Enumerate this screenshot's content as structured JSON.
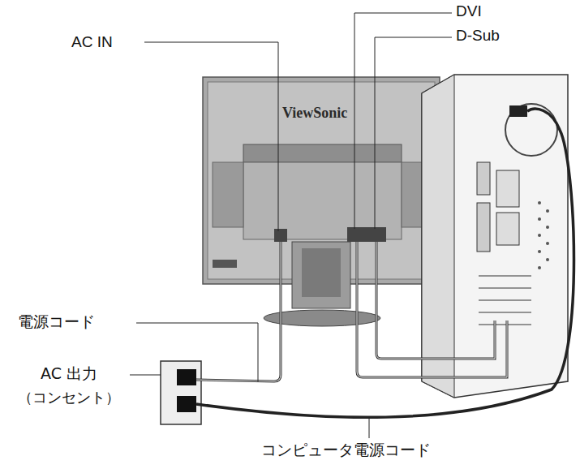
{
  "diagram": {
    "labels": [
      "AC IN",
      "DVI",
      "D-Sub",
      "ViewSonic",
      "電源コード",
      "AC 出力",
      "（コンセント）",
      "コンピュータ電源コード"
    ]
  }
}
